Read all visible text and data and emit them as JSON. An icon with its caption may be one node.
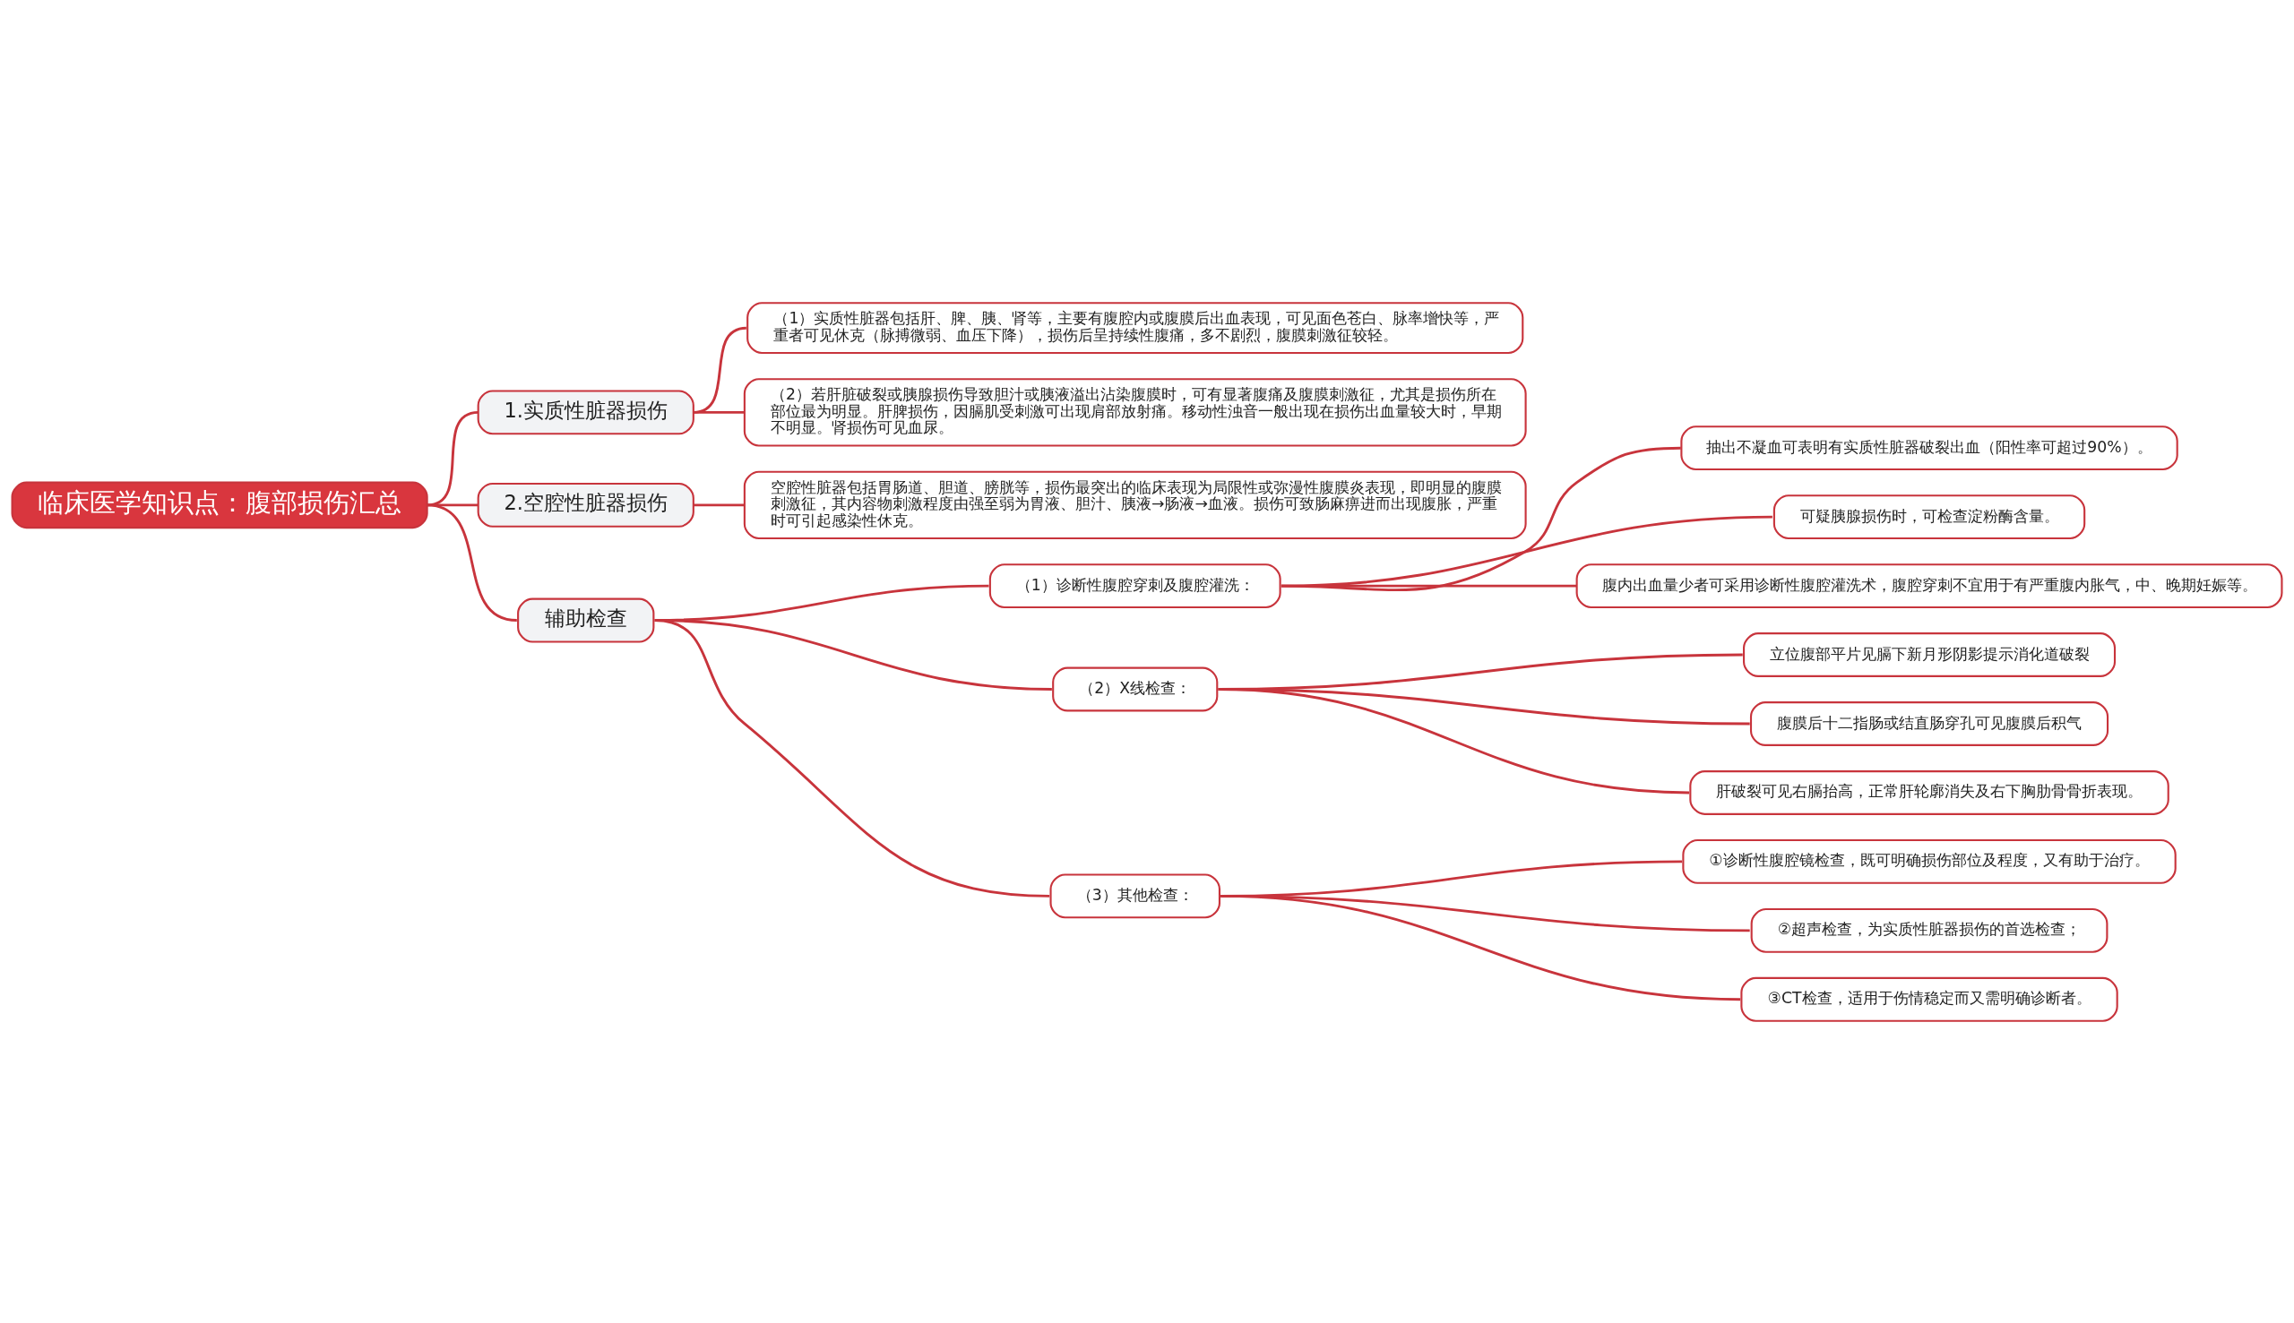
{
  "diagram": {
    "nodes": [
      {
        "text": [
          "临床医学知识点：腹部损伤汇总"
        ]
      },
      {
        "text": [
          "1.实质性脏器损伤"
        ]
      },
      {
        "text": [
          "（1）实质性脏器包括肝、脾、胰、肾等，主要有腹腔内或腹膜后出血表现，可见面色苍白、脉率增快等，严重者可见休克（脉搏微弱、血压下降），损伤后呈持续性腹痛，多不剧烈，腹膜刺激征较轻。"
        ]
      },
      {
        "text": [
          "（2）若肝脏破裂或胰腺损伤导致胆汁或胰液溢出沾染腹膜时，可有显著腹痛及腹膜刺激征，尤其是损伤所在部位最为明显。肝脾损伤，因膈肌受刺激可出现肩部放射痛。移动性浊音一般出现在损伤出血量较大时，早期不明显。肾损伤可见血尿。"
        ]
      },
      {
        "text": [
          "2.空腔性脏器损伤"
        ]
      },
      {
        "text": [
          "空腔性脏器包括胃肠道、胆道、膀胱等，损伤最突出的临床表现为局限性或弥漫性腹膜炎表现，即明显的腹膜刺激征，其内容物刺激程度由强至弱为胃液、胆汁、胰液→肠液→血液。损伤可致肠麻痹进而出现腹胀，严重时可引起感染性休克。"
        ]
      },
      {
        "text": [
          "辅助检查"
        ]
      },
      {
        "text": [
          "（1）诊断性腹腔穿刺及腹腔灌洗："
        ]
      },
      {
        "text": [
          "抽出不凝血可表明有实质性脏器破裂出血（阳性率可超过90%）。"
        ]
      },
      {
        "text": [
          "可疑胰腺损伤时，可检查淀粉酶含量。"
        ]
      },
      {
        "text": [
          "腹内出血量少者可采用诊断性腹腔灌洗术，腹腔穿刺不宜用于有严重腹内胀气，中、晚期妊娠等。"
        ]
      },
      {
        "text": [
          "（2）X线检查："
        ]
      },
      {
        "text": [
          "立位腹部平片见膈下新月形阴影提示消化道破裂"
        ]
      },
      {
        "text": [
          "腹膜后十二指肠或结直肠穿孔可见腹膜后积气"
        ]
      },
      {
        "text": [
          "肝破裂可见右膈抬高，正常肝轮廓消失及右下胸肋骨骨折表现。"
        ]
      },
      {
        "text": [
          "（3）其他检查："
        ]
      },
      {
        "text": [
          "①诊断性腹腔镜检查，既可明确损伤部位及程度，又有助于治疗。"
        ]
      },
      {
        "text": [
          "②超声检查，为实质性脏器损伤的首选检查；"
        ]
      },
      {
        "text": [
          "③CT检查，适用于伤情稳定而又需明确诊断者。"
        ]
      }
    ],
    "edges": [
      {
        "from": 0,
        "to": 1,
        "arrow": "none"
      },
      {
        "from": 1,
        "to": 2,
        "arrow": "none"
      },
      {
        "from": 1,
        "to": 3,
        "arrow": "none"
      },
      {
        "from": 0,
        "to": 4,
        "arrow": "none"
      },
      {
        "from": 4,
        "to": 5,
        "arrow": "none"
      },
      {
        "from": 0,
        "to": 6,
        "arrow": "none"
      },
      {
        "from": 6,
        "to": 7,
        "arrow": "none"
      },
      {
        "from": 7,
        "to": 8,
        "arrow": "none"
      },
      {
        "from": 7,
        "to": 9,
        "arrow": "none"
      },
      {
        "from": 7,
        "to": 10,
        "arrow": "none"
      },
      {
        "from": 6,
        "to": 11,
        "arrow": "none"
      },
      {
        "from": 11,
        "to": 12,
        "arrow": "none"
      },
      {
        "from": 11,
        "to": 13,
        "arrow": "none"
      },
      {
        "from": 11,
        "to": 14,
        "arrow": "none"
      },
      {
        "from": 6,
        "to": 15,
        "arrow": "none"
      },
      {
        "from": 15,
        "to": 16,
        "arrow": "none"
      },
      {
        "from": 15,
        "to": 17,
        "arrow": "none"
      },
      {
        "from": 15,
        "to": 18,
        "arrow": "none"
      }
    ]
  }
}
